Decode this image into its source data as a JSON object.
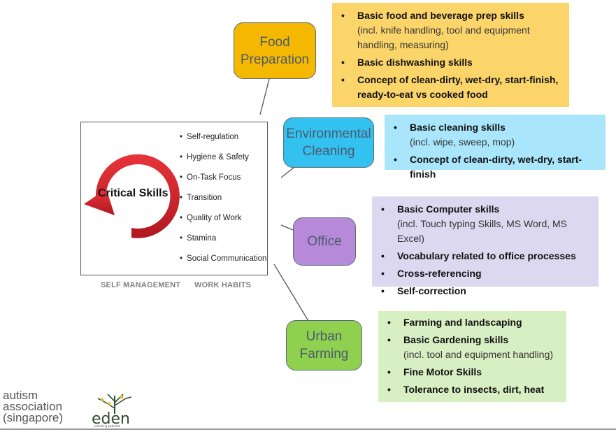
{
  "critical_skills": {
    "title": "Critical Skills",
    "work_habits": [
      "Self-regulation",
      "Hygiene & Safety",
      "On-Task Focus",
      "Transition",
      "Quality of Work",
      "Stamina",
      "Social Communication"
    ],
    "captions": {
      "left": "SELF MANAGEMENT",
      "right": "WORK HABITS"
    },
    "arrow_color": "#d62027"
  },
  "categories": [
    {
      "id": "food",
      "lines": [
        "Food",
        "Preparation"
      ],
      "color": "#f5b800",
      "panel_color": "#fcd56a",
      "skills": [
        {
          "main": "Basic food and beverage prep skills",
          "sub": "(incl. knife handling, tool and equipment handling, measuring)"
        },
        {
          "main": "Basic dishwashing skills"
        },
        {
          "main": "Concept of clean-dirty, wet-dry, start-finish, ready-to-eat vs cooked food"
        }
      ]
    },
    {
      "id": "cleaning",
      "lines": [
        "Environmental",
        "Cleaning"
      ],
      "color": "#33c2f0",
      "panel_color": "#a9e6fb",
      "skills": [
        {
          "main": "Basic cleaning skills",
          "sub": "(incl. wipe, sweep, mop)"
        },
        {
          "main": "Concept of clean-dirty, wet-dry, start-finish"
        }
      ]
    },
    {
      "id": "office",
      "lines": [
        "Office"
      ],
      "color": "#b68ad8",
      "panel_color": "#dcd8f0",
      "skills": [
        {
          "main": "Basic Computer skills",
          "sub": "(incl. Touch typing Skills, MS Word, MS Excel)"
        },
        {
          "main": "Vocabulary related to office processes"
        },
        {
          "main": "Cross-referencing"
        },
        {
          "main": "Self-correction"
        }
      ]
    },
    {
      "id": "farming",
      "lines": [
        "Urban",
        "Farming"
      ],
      "color": "#8fd14f",
      "panel_color": "#d8eec3",
      "skills": [
        {
          "main": "Farming and landscaping"
        },
        {
          "main": "Basic Gardening skills",
          "sub": "(incl. tool and equipment handling)"
        },
        {
          "main": "Fine Motor Skills"
        },
        {
          "main": "Tolerance to insects, dirt, heat"
        }
      ]
    }
  ],
  "logos": {
    "aas": [
      "autism",
      "association",
      "(singapore)"
    ],
    "eden": "eden",
    "eden_tagline": "unlocking potential"
  },
  "bullet": "•"
}
